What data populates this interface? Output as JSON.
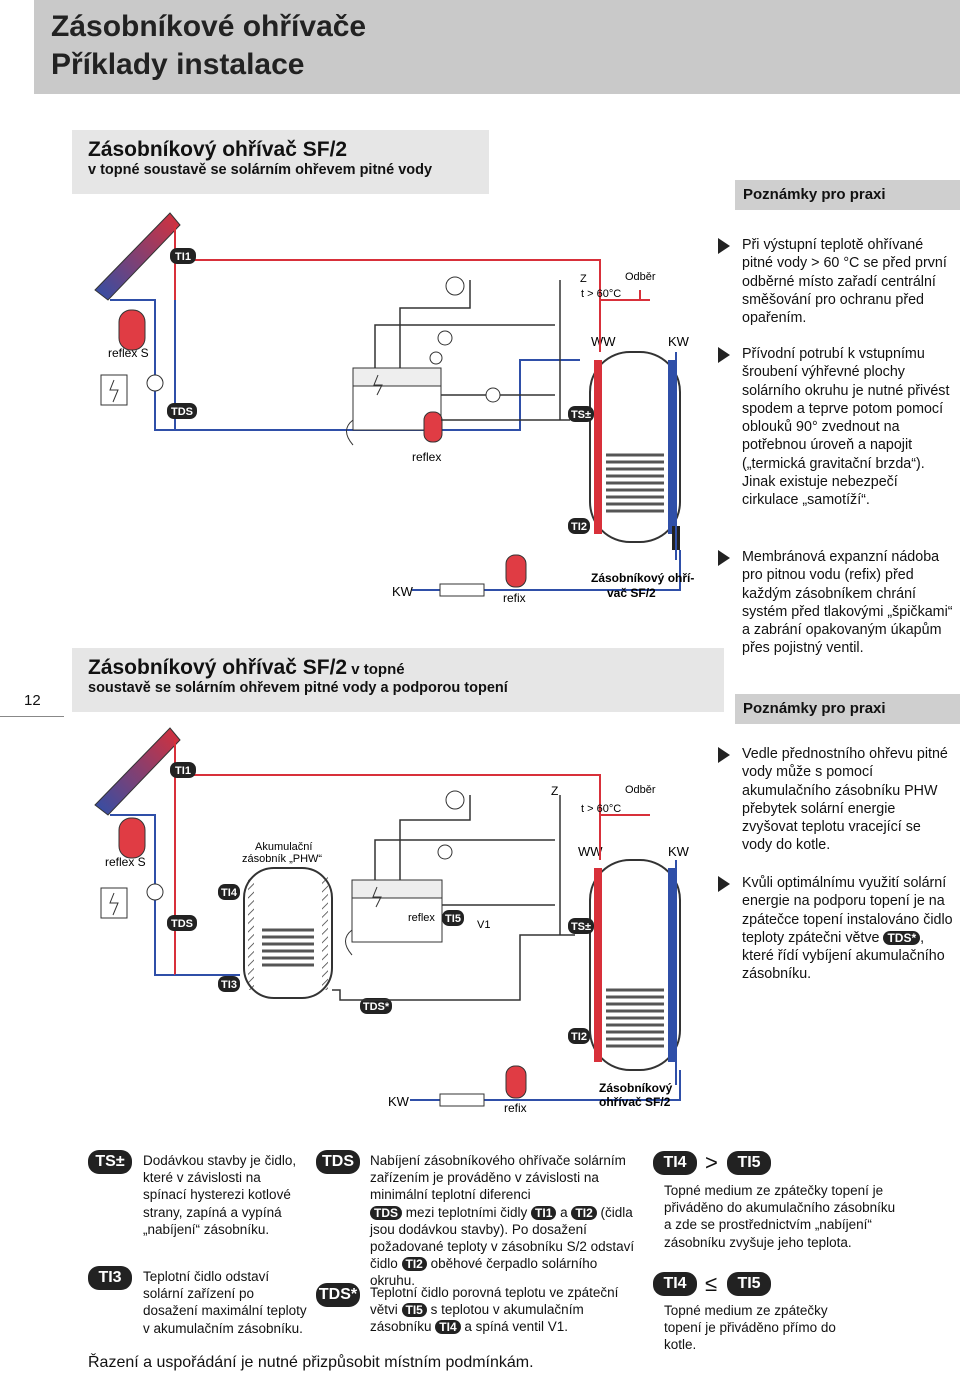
{
  "header": {
    "line1": "Zásobníkové ohřívače",
    "line2": "Příklady instalace"
  },
  "section1": {
    "title": "Zásobníkový ohřívač SF/2",
    "subtitle": "v topné soustavě se solárním ohřevem pitné vody"
  },
  "section2": {
    "title": "Zásobníkový ohřívač SF/2",
    "title_suffix": " v topné",
    "subtitle": "soustavě se solárním ohřevem pitné vody a podporou topení"
  },
  "notes_header": "Poznámky pro praxi",
  "notes1": [
    "Při výstupní teplotě ohřívané pitné vody > 60 °C se před první odběrné místo zařadí centrální směšování pro ochranu před opařením.",
    "Přívodní potrubí k vstupnímu šroubení výhřevné plochy solárního okruhu je nutné přivést spodem a teprve potom pomocí oblouků 90° zvednout na potřebnou úroveň a napojit („termická gravitační brzda“). Jinak existuje nebezpečí cirkulace „samotíží“.",
    "Membránová expanzní nádoba pro pitnou vodu (refix) před každým zásobníkem chrání systém před tlakovými „špičkami“ a zabrání opakovaným úkapům přes pojistný ventil."
  ],
  "notes2": [
    {
      "pre": "Vedle přednostního ohřevu pitné vody může s pomocí akumulačního zásobníku PHW přebytek solární energie zvyšovat teplotu vracející se vody do kotle.",
      "pill": "",
      "post": ""
    },
    {
      "pre": "Kvůli optimálnímu využití solární energie na podporu topení je na zpátečce topení instalováno čidlo teploty zpátečni větve ",
      "pill": "TDS*",
      "post": ", které řídí vybíjení akumulačního zásobníku."
    }
  ],
  "page_number": "12",
  "diagram1": {
    "TI1": "TI1",
    "reflex_s": "reflex S",
    "TDS": "TDS",
    "reflex": "reflex",
    "Z": "Z",
    "t60": "t > 60°C",
    "odber": "Odběr",
    "WW": "WW",
    "KW": "KW",
    "TSpm": "TS±",
    "TI2": "TI2",
    "KW_bottom": "KW",
    "refix": "refix",
    "tank_label1": "Zásobníkový ohří-",
    "tank_label2": "vač SF/2"
  },
  "diagram2": {
    "TI1": "TI1",
    "reflex_s": "reflex S",
    "TDS": "TDS",
    "TI4": "TI4",
    "TI3": "TI3",
    "akum1": "Akumulační",
    "akum2": "zásobník „PHW“",
    "reflex": "reflex",
    "TI5": "TI5",
    "V1": "V1",
    "TDSstar": "TDS*",
    "Z": "Z",
    "t60": "t > 60°C",
    "odber": "Odběr",
    "WW": "WW",
    "KW": "KW",
    "TSpm": "TS±",
    "TI2": "TI2",
    "KW_bottom": "KW",
    "refix": "refix",
    "tank_label1": "Zásobníkový",
    "tank_label2": "ohřívač  SF/2"
  },
  "legend": {
    "ts_badge": "TS±",
    "ts_text": "Dodávkou stavby je čidlo, které v závislosti na spínací hysterezi kotlové strany, zapíná a vypíná „nabíjení“ zásobníku.",
    "ti3_badge": "TI3",
    "ti3_text": "Teplotní čidlo odstaví solární zařízení po dosažení maximální teploty v akumulačním zásobníku.",
    "tds_badge": "TDS",
    "tds_p1": "Nabíjení zásobníkového ohřívače solárním zařízením je prováděno v závislosti na minimální teplotní diferenci",
    "tds_pill1": "TDS",
    "tds_p2": " mezi teplotními čidly ",
    "tds_pill2": "TI1",
    "tds_p3": " a ",
    "tds_pill3": "TI2",
    "tds_p4": " (čidla jsou dodávkou stavby). Po dosažení požadované teploty v zásobníku S/2 odstaví čidlo ",
    "tds_pill4": "TI2",
    "tds_p5": " oběhové čerpadlo solárního okruhu.",
    "tdss_badge": "TDS*",
    "tdss_p1": "Teplotní čidlo porovná teplotu ve zpáteční větvi ",
    "tdss_pill1": "TI5",
    "tdss_p2": " s teplotou v akumulačním zásobníku ",
    "tdss_pill2": "TI4",
    "tdss_p3": " a spíná ventil V1.",
    "ti4a": "TI4",
    "gt": ">",
    "ti5a": "TI5",
    "gt_text": "Topné medium ze zpátečky topení je přiváděno do akumulačního zásobníku a zde se prostřednictvím „nabíjení“ zásobníku zvyšuje jeho teplota.",
    "ti4b": "TI4",
    "le": "≤",
    "ti5b": "TI5",
    "le_text": "Topné medium ze zpátečky topení je přiváděno přímo do kotle."
  },
  "footer": "Řazení a uspořádání je nutné přizpůsobit místním podmínkám.",
  "colors": {
    "hot": "#d8303a",
    "cold": "#2f4fa8",
    "badge": "#222222",
    "header_bg": "#c9c9c9",
    "box_bg": "#e6e6e6"
  }
}
